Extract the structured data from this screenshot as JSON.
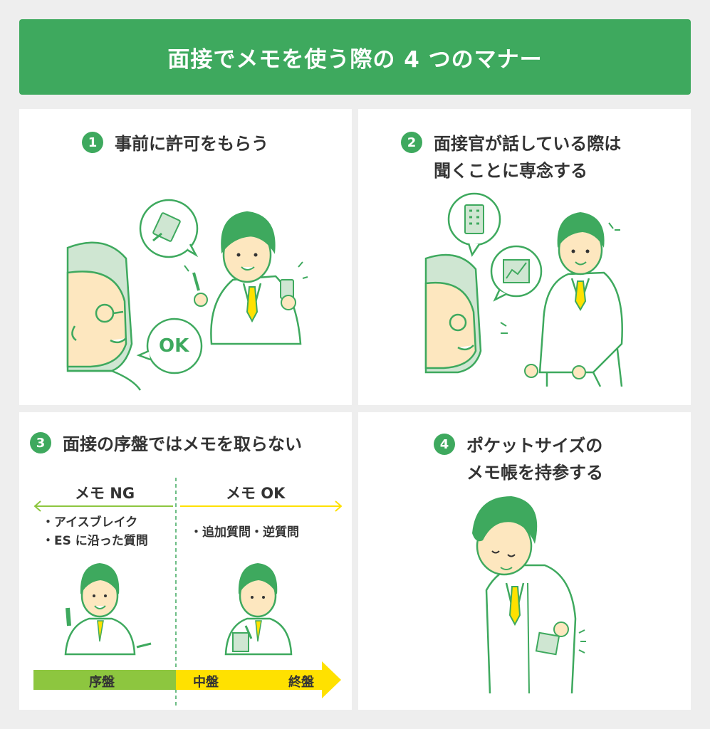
{
  "title": "面接でメモを使う際の 4 つのマナー",
  "colors": {
    "green": "#3ea95e",
    "lime": "#8dc63f",
    "yellow": "#ffe100",
    "skin": "#fde7bf",
    "gray_hair": "#cfe6d2"
  },
  "panels": [
    {
      "num": "1",
      "lines": [
        "事前に許可をもらう"
      ],
      "bubble_text": "OK"
    },
    {
      "num": "2",
      "lines": [
        "面接官が話している際は",
        "聞くことに専念する"
      ]
    },
    {
      "num": "3",
      "lines": [
        "面接の序盤ではメモを取らない"
      ],
      "ng_label": "メモ NG",
      "ok_label": "メモ OK",
      "ng_items": [
        "・アイスブレイク",
        "・ES に沿った質問"
      ],
      "ok_items": [
        "・追加質問・逆質問"
      ],
      "bar_labels": [
        "序盤",
        "中盤",
        "終盤"
      ]
    },
    {
      "num": "4",
      "lines": [
        "ポケットサイズの",
        "メモ帳を持参する"
      ]
    }
  ]
}
